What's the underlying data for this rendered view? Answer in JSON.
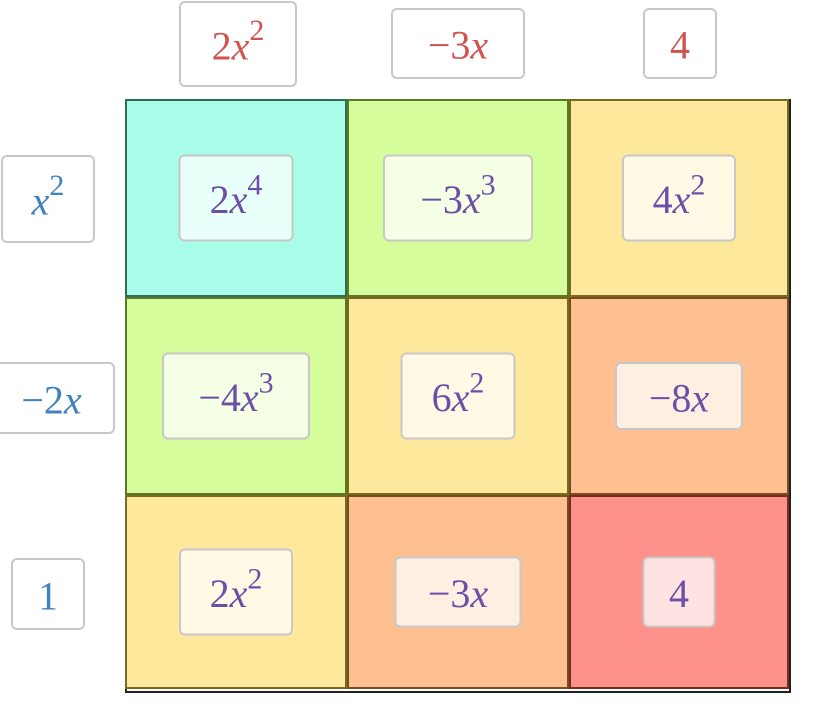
{
  "columns": [
    {
      "coef": "2",
      "var": "x",
      "exp": "2"
    },
    {
      "coef": "−3",
      "var": "x",
      "exp": ""
    },
    {
      "coef": "4",
      "var": "",
      "exp": ""
    }
  ],
  "rows": [
    {
      "coef": "",
      "var": "x",
      "exp": "2"
    },
    {
      "coef": "−2",
      "var": "x",
      "exp": ""
    },
    {
      "coef": "1",
      "var": "",
      "exp": ""
    }
  ],
  "cells": [
    [
      {
        "coef": "2",
        "var": "x",
        "exp": "4",
        "color": "#a7fde8",
        "border": "#2f6e5f"
      },
      {
        "coef": "−3",
        "var": "x",
        "exp": "3",
        "color": "#d6fd9b",
        "border": "#5a7a20"
      },
      {
        "coef": "4",
        "var": "x",
        "exp": "2",
        "color": "#fee89b",
        "border": "#7a6a20"
      }
    ],
    [
      {
        "coef": "−4",
        "var": "x",
        "exp": "3",
        "color": "#d6fd9b",
        "border": "#5a7a20"
      },
      {
        "coef": "6",
        "var": "x",
        "exp": "2",
        "color": "#fee89b",
        "border": "#7a6a20"
      },
      {
        "coef": "−8",
        "var": "x",
        "exp": "",
        "color": "#fec090",
        "border": "#7a4a20"
      }
    ],
    [
      {
        "coef": "2",
        "var": "x",
        "exp": "2",
        "color": "#fee89b",
        "border": "#7a6a20"
      },
      {
        "coef": "−3",
        "var": "x",
        "exp": "",
        "color": "#fec090",
        "border": "#7a4a20"
      },
      {
        "coef": "4",
        "var": "",
        "exp": "",
        "color": "#fe918a",
        "border": "#7a2a20"
      }
    ]
  ]
}
